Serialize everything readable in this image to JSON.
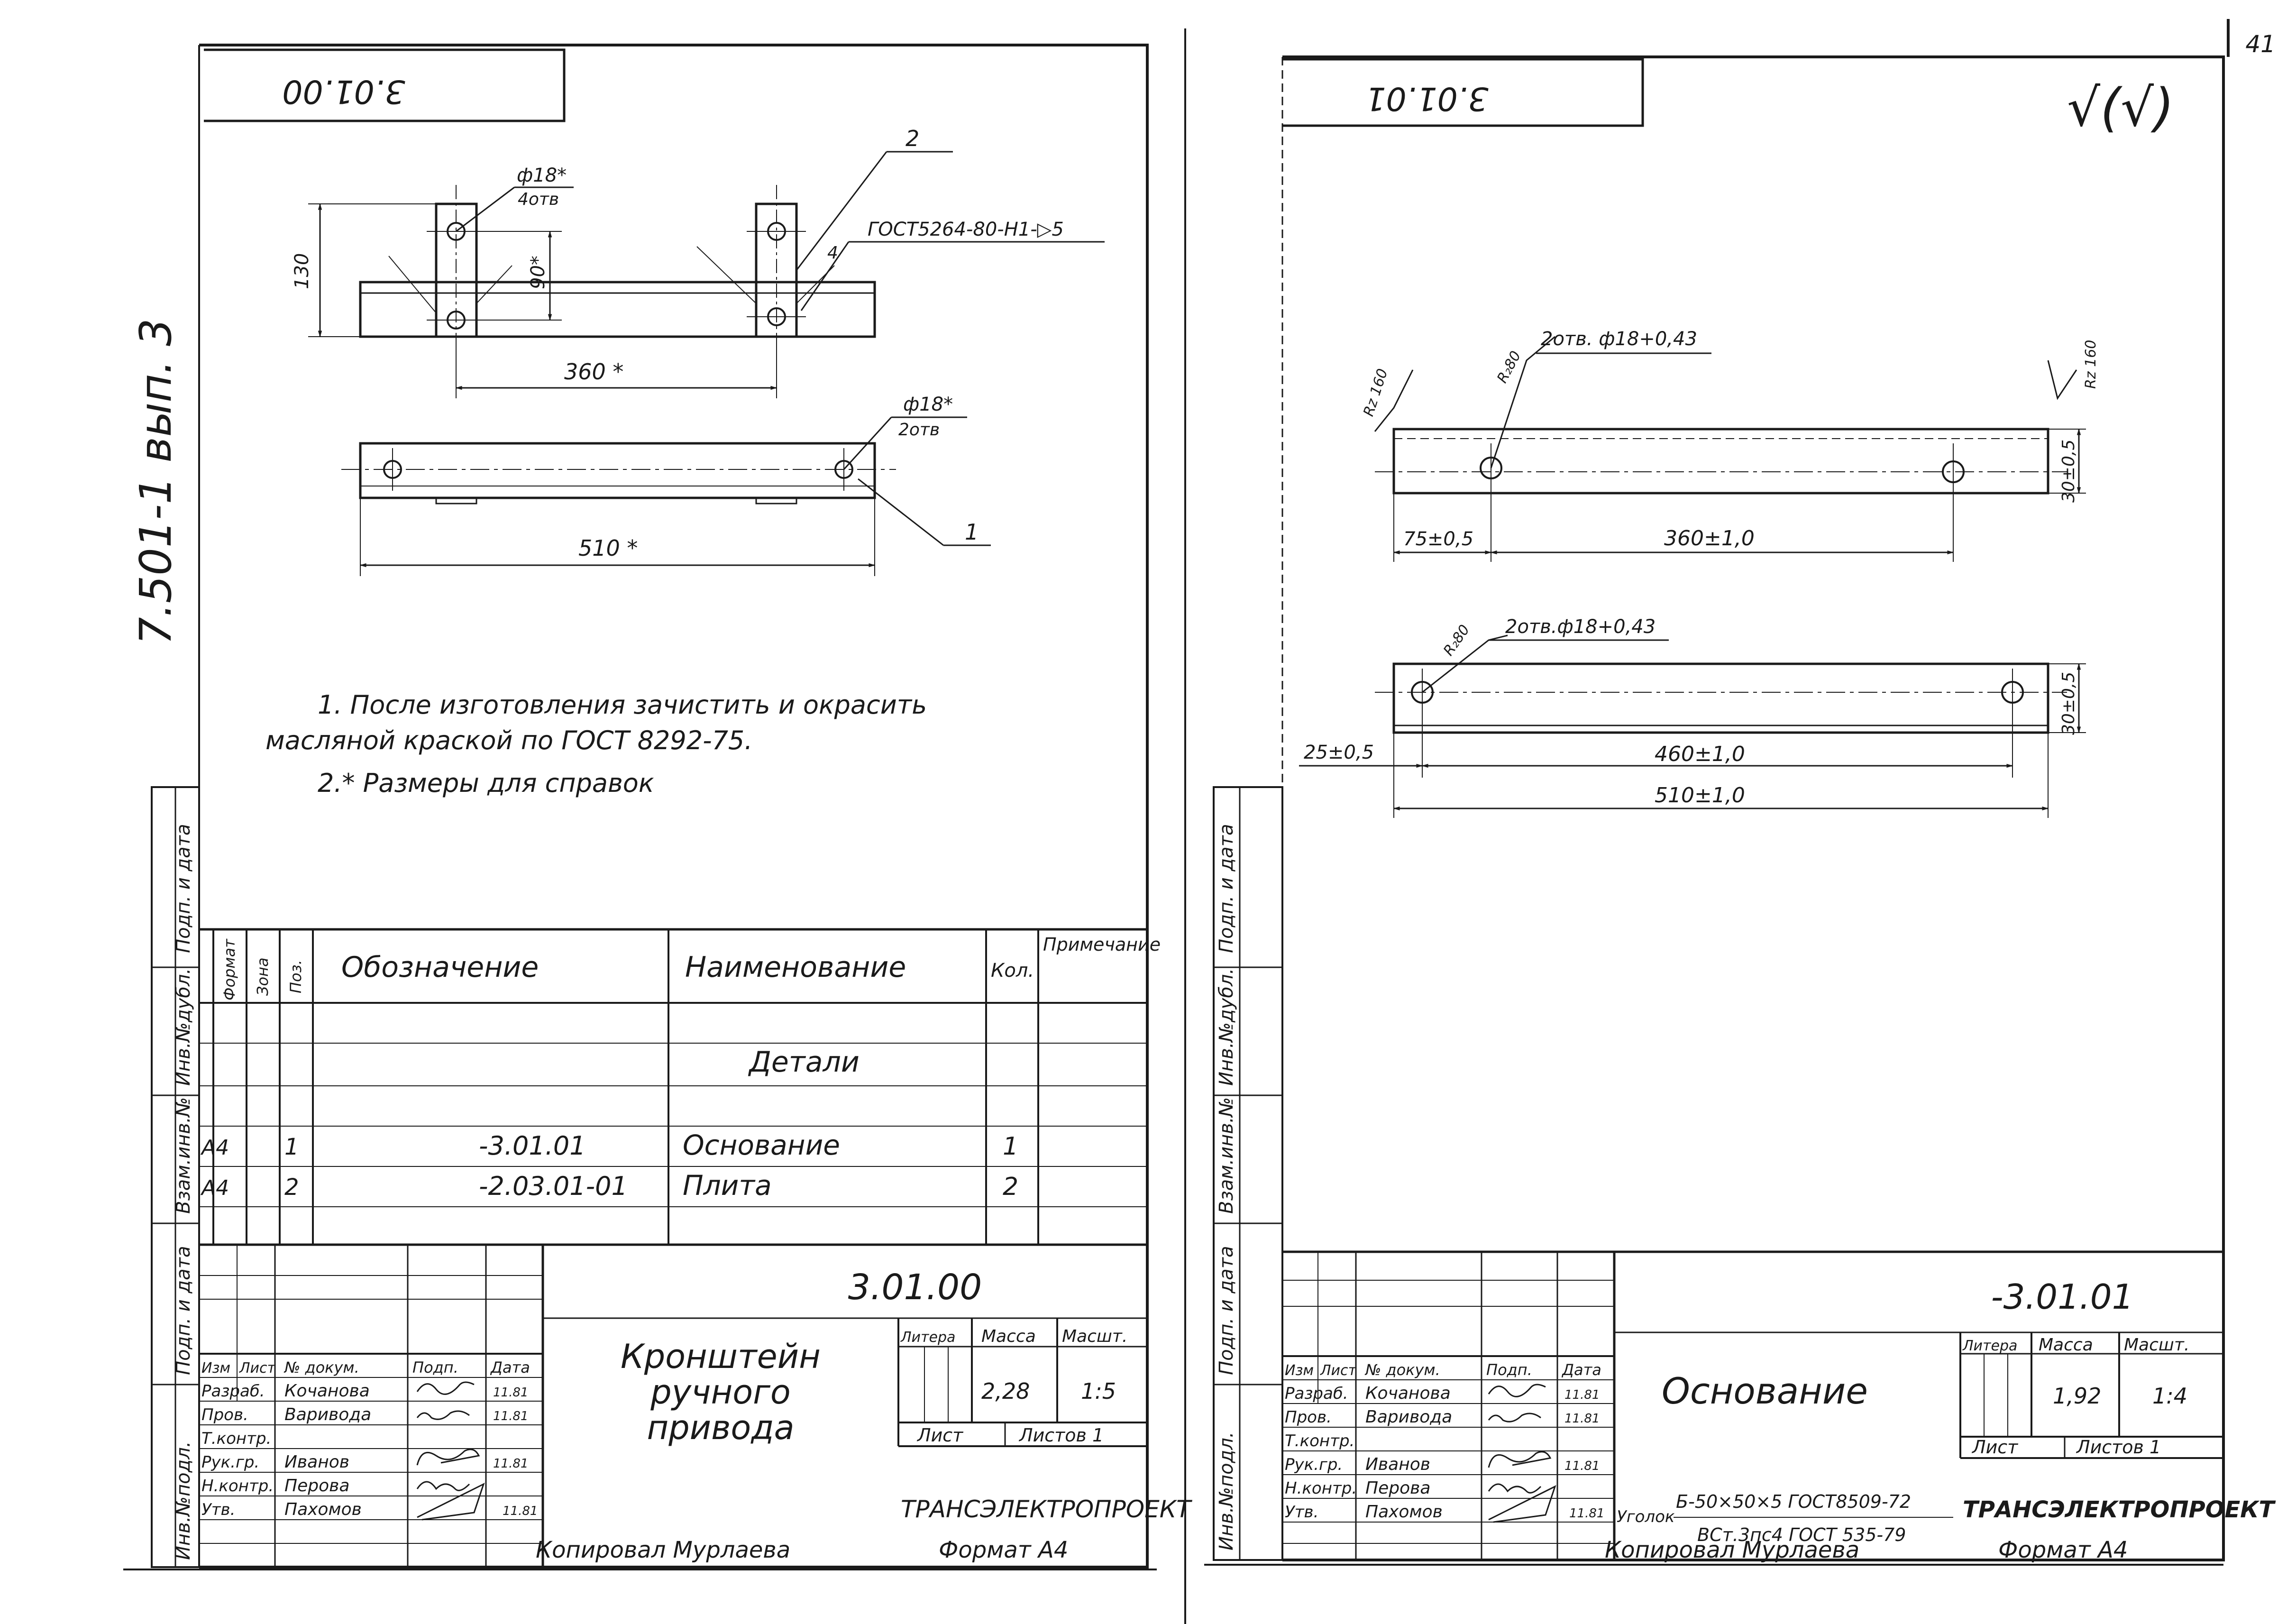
{
  "page_number": "41",
  "series_label": "7.501-1 вып. 3",
  "side_labels": [
    "Инв.№подл.",
    "Подп. и дата",
    "Взам.инв.№",
    "Инв.№дубл.",
    "Подп. и дата"
  ],
  "left_sheet": {
    "code_box": "3.01.00",
    "callouts": {
      "pos2": "2",
      "holes_top": "ф18*",
      "holes_top_count": "4отв",
      "weld": "ГОСТ5264-80-Н1-▷5",
      "weld_leg": "4",
      "dim_130": "130",
      "dim_90": "90*",
      "dim_360": "360 *",
      "holes_bottom": "ф18*",
      "holes_bottom_count": "2отв",
      "dim_510": "510 *",
      "pos1": "1"
    },
    "notes": [
      "1. После изготовления зачистить и окрасить",
      "масляной краской по ГОСТ 8292-75.",
      "2.* Размеры для справок"
    ],
    "spec_headers": {
      "format": "Формат",
      "zone": "Зона",
      "pos": "Поз.",
      "designation": "Обозначение",
      "name": "Наименование",
      "qty": "Кол.",
      "note": "Примечание"
    },
    "spec_section": "Детали",
    "spec_rows": [
      {
        "format": "А4",
        "pos": "1",
        "designation": "-3.01.01",
        "name": "Основание",
        "qty": "1"
      },
      {
        "format": "А4",
        "pos": "2",
        "designation": "-2.03.01-01",
        "name": "Плита",
        "qty": "2"
      }
    ],
    "title_block": {
      "doc_code": "3.01.00",
      "headers": [
        "Изм",
        "Лист",
        "№ докум.",
        "Подп.",
        "Дата"
      ],
      "roles": [
        {
          "role": "Разраб.",
          "name": "Кочанова",
          "date": "11.81"
        },
        {
          "role": "Пров.",
          "name": "Варивода",
          "date": "11.81"
        },
        {
          "role": "Т.контр.",
          "name": "",
          "date": ""
        },
        {
          "role": "Рук.гр.",
          "name": "Иванов",
          "date": "11.81"
        },
        {
          "role": "Н.контр.",
          "name": "Перова",
          "date": ""
        },
        {
          "role": "Утв.",
          "name": "Пахомов",
          "date": "11.81"
        }
      ],
      "title_lines": [
        "Кронштейн",
        "ручного",
        "привода"
      ],
      "litera_label": "Литера",
      "mass_label": "Масса",
      "scale_label": "Масшт.",
      "mass": "2,28",
      "scale": "1:5",
      "sheet_label": "Лист",
      "sheets_label": "Листов 1",
      "organization": "ТРАНСЭЛЕКТРОПРОЕКТ"
    },
    "copied_by": "Копировал Мурлаева",
    "format_label": "Формат А4"
  },
  "right_sheet": {
    "code_box": "3.01.01",
    "roughness_symbol": "√(√)",
    "dims": {
      "holes_top": "2отв. ф18+0,43",
      "rz80_top": "R₂80",
      "rz160_left": "Rz 160",
      "rz160_right": "Rz 160",
      "dim_30_top": "30±0,5",
      "dim_75": "75±0,5",
      "dim_360": "360±1,0",
      "holes_bottom": "2отв.ф18+0,43",
      "rz80_bottom": "R₂80",
      "dim_30_bottom": "30±0,5",
      "dim_25": "25±0,5",
      "dim_460": "460±1,0",
      "dim_510": "510±1,0"
    },
    "title_block": {
      "doc_code": "-3.01.01",
      "headers": [
        "Изм",
        "Лист",
        "№ докум.",
        "Подп.",
        "Дата"
      ],
      "roles": [
        {
          "role": "Разраб.",
          "name": "Кочанова",
          "date": "11.81"
        },
        {
          "role": "Пров.",
          "name": "Варивода",
          "date": "11.81"
        },
        {
          "role": "Т.контр.",
          "name": "",
          "date": ""
        },
        {
          "role": "Рук.гр.",
          "name": "Иванов",
          "date": "11.81"
        },
        {
          "role": "Н.контр.",
          "name": "Перова",
          "date": ""
        },
        {
          "role": "Утв.",
          "name": "Пахомов",
          "date": "11.81"
        }
      ],
      "title": "Основание",
      "material_label": "Уголок",
      "material_top": "Б-50×50×5 ГОСТ8509-72",
      "material_bottom": "ВСт.3пс4 ГОСТ 535-79",
      "litera_label": "Литера",
      "mass_label": "Масса",
      "scale_label": "Масшт.",
      "mass": "1,92",
      "scale": "1:4",
      "sheet_label": "Лист",
      "sheets_label": "Листов 1",
      "organization": "ТРАНСЭЛЕКТРОПРОЕКТ"
    },
    "copied_by": "Копировал Мурлаева",
    "format_label": "Формат А4"
  }
}
